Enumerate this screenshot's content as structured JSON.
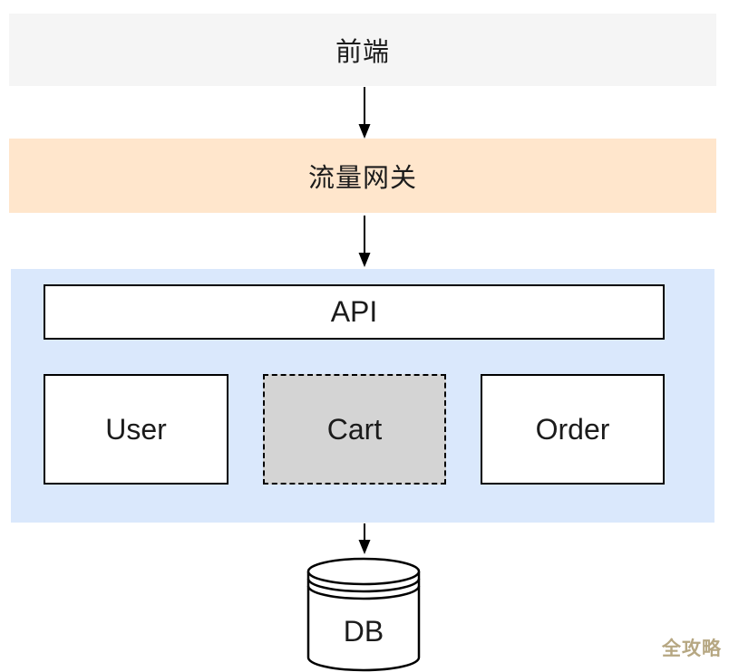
{
  "diagram": {
    "frontend_label": "前端",
    "gateway_label": "流量网关",
    "api_label": "API",
    "services": [
      {
        "label": "User"
      },
      {
        "label": "Cart",
        "highlighted": true
      },
      {
        "label": "Order"
      }
    ],
    "db_label": "DB",
    "watermark": "全攻略",
    "colors": {
      "frontend_band": "#f5f5f5",
      "gateway_band": "#ffe6cc",
      "services_container": "#dae8fc",
      "box_fill": "#ffffff",
      "cart_fill": "#d4d4d4",
      "border": "#000000",
      "arrow": "#000000",
      "watermark_text": "#b0a078"
    }
  }
}
